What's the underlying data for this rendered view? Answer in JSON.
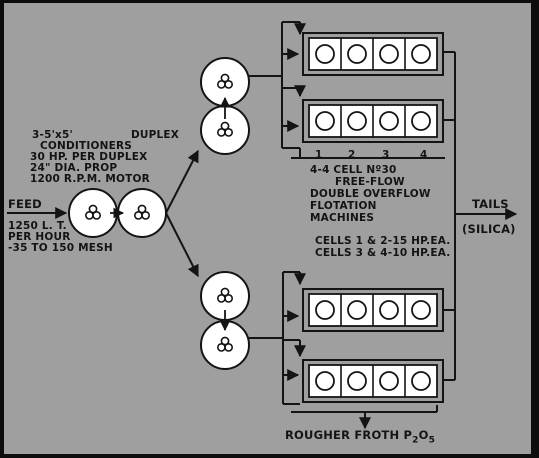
{
  "labels": {
    "conditioners": [
      "3-5'x5'",
      "DUPLEX",
      "CONDITIONERS",
      "30 HP. PER DUPLEX",
      "24\" DIA. PROP",
      "1200 R.P.M. MOTOR"
    ],
    "feed": [
      "FEED",
      "1250 L. T.",
      "PER HOUR",
      "-35 TO 150 MESH"
    ],
    "cell_numbers": [
      "1",
      "2",
      "3",
      "4"
    ],
    "machines": [
      "4-4 CELL Nº30",
      "FREE-FLOW",
      "DOUBLE OVERFLOW",
      "FLOTATION",
      "MACHINES"
    ],
    "cells_hp": [
      "CELLS 1 & 2-15 HP.EA.",
      "CELLS 3 & 4-10 HP.EA."
    ],
    "tails": [
      "TAILS",
      "(SILICA)"
    ],
    "rougher_froth": "ROUGHER FROTH P",
    "rougher_sub_2": "2",
    "rougher_o": "O",
    "rougher_sub_5": "5"
  },
  "colors": {
    "background": "#9f9f9f",
    "border": "#0d0d0d",
    "ink": "#141414",
    "cell_fill": "#ffffff"
  }
}
